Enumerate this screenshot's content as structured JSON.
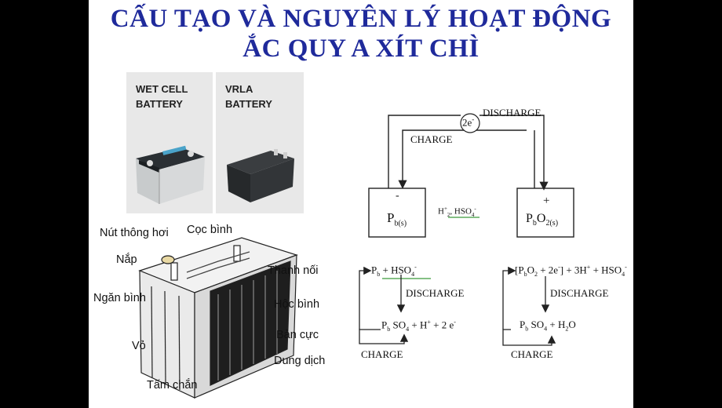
{
  "title": {
    "line1": "CẤU TẠO VÀ NGUYÊN LÝ HOẠT ĐỘNG",
    "line2": "ẮC QUY A XÍT CHÌ"
  },
  "cards": [
    {
      "label": "WET CELL\nBATTERY"
    },
    {
      "label": "VRLA\nBATTERY"
    }
  ],
  "parts": {
    "vent": "Nút thông hơi",
    "terminal": "Cọc bình",
    "lid": "Nắp",
    "connector": "Thanh nối",
    "cell": "Ngăn bình",
    "container": "Hộc bình",
    "plate": "Bản cực",
    "shell": "Vỏ",
    "electrolyte": "Dung dịch",
    "separator": "Tấm chắn"
  },
  "circuit": {
    "electrons": "2e",
    "electrons_sup": "-",
    "discharge": "DISCHARGE",
    "charge": "CHARGE",
    "neg_sign": "-",
    "pos_sign": "+",
    "electrolyte": "H",
    "electrolyte_sup": "+",
    "electrolyte_sub": "2",
    "electrolyte_sep": ", ",
    "hso4": "HSO",
    "hso4_sub": "4",
    "hso4_sup": "-",
    "neg_electrode": "P",
    "neg_electrode_sub": "b(s)",
    "pos_electrode": "P",
    "pos_electrode_sub1": "b",
    "pos_electrode_o": "O",
    "pos_electrode_sub2": "2(s)"
  },
  "reaction_left": {
    "reactant_pb": "P",
    "reactant_pb_sub": "b",
    "reactant_plus": " + HSO",
    "reactant_sub": "4",
    "reactant_sup": "-",
    "discharge": "DISCHARGE",
    "product_pb": "P",
    "product_pb_sub": "b",
    "product_so": " SO",
    "product_so_sub": "4",
    "product_rest": " + H",
    "product_rest_sup": "+",
    "product_tail": " + 2 e",
    "product_tail_sup": "-",
    "charge": "CHARGE"
  },
  "reaction_right": {
    "reactant_open": "[P",
    "reactant_sub1": "b",
    "reactant_o": "O",
    "reactant_sub2": "2",
    "reactant_mid": " + 2e",
    "reactant_sup1": "-",
    "reactant_close": "] + 3H",
    "reactant_sup2": "+",
    "reactant_tail": " + HSO",
    "reactant_sub3": "4",
    "reactant_sup3": "-",
    "discharge": "DISCHARGE",
    "product_pb": "P",
    "product_pb_sub": "b",
    "product_so": " SO",
    "product_so_sub": "4",
    "product_tail": " + H",
    "product_tail_sub": "2",
    "product_o": "O",
    "charge": "CHARGE"
  }
}
